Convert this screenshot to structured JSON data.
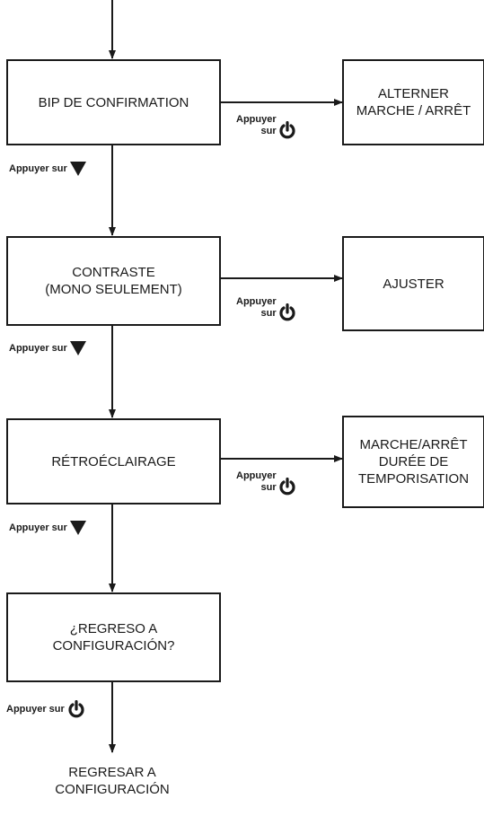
{
  "menu_items": [
    {
      "label": "BIP DE CONFIRMATION",
      "action": "ALTERNER\nMARCHE / ARRÊT"
    },
    {
      "label": "CONTRASTE\n(MONO SEULEMENT)",
      "action": "AJUSTER"
    },
    {
      "label": "RÉTROÉCLAIRAGE",
      "action": "MARCHE/ARRÊT\nDURÉE DE\nTEMPORISATION"
    },
    {
      "label": "¿REGRESO A\nCONFIGURACIÓN?"
    }
  ],
  "press_power": {
    "line1": "Appuyer",
    "line2": "sur"
  },
  "next_step_label": "Appuyer sur",
  "final_step_label": "Appuyer sur",
  "final_result": "REGRESAR A\nCONFIGURACIÓN",
  "icons": {
    "next": "down-triangle-icon",
    "power": "power-icon"
  }
}
